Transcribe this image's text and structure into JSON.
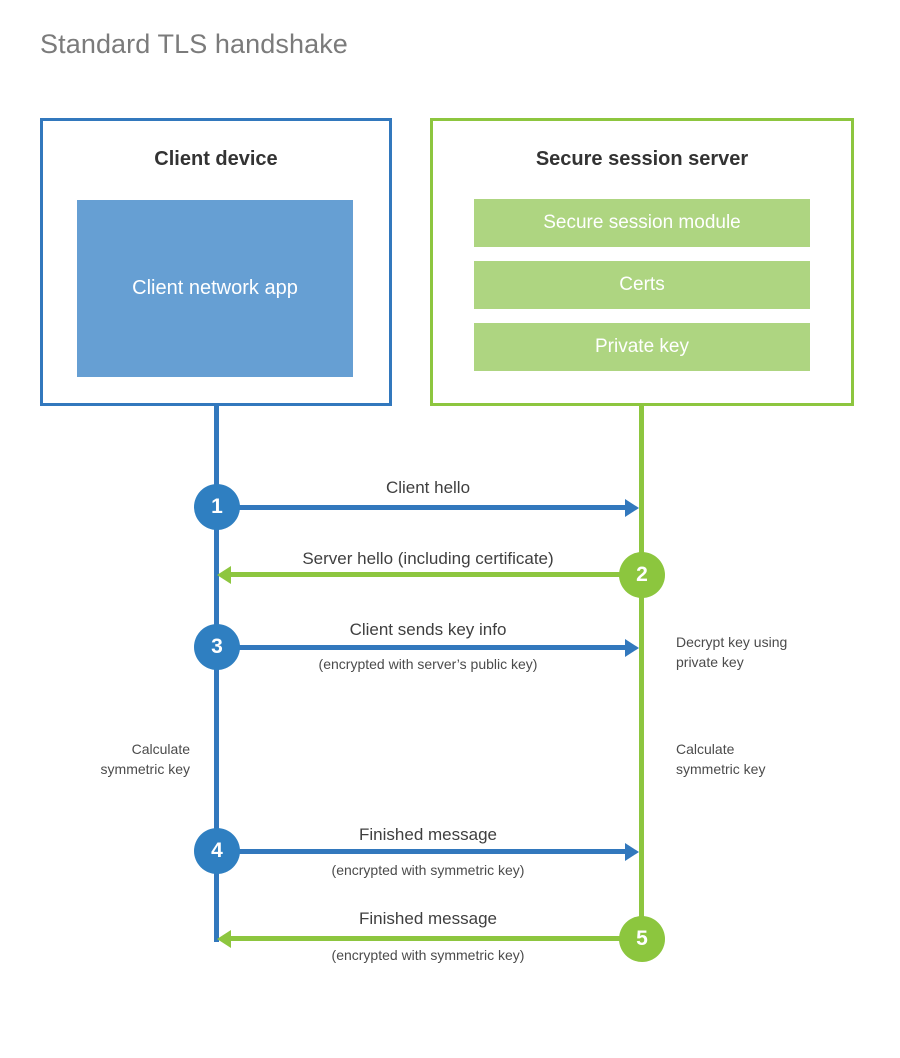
{
  "title": "Standard TLS handshake",
  "colors": {
    "client_accent": "#3278bd",
    "client_fill": "#669fd3",
    "server_accent": "#8dc63f",
    "server_fill": "#aed581",
    "step_blue": "#2f7fc1",
    "step_green": "#8cc63e",
    "title_text": "#7b7b7b",
    "body_text": "#3f3f3f",
    "background": "#ffffff"
  },
  "actors": {
    "client": {
      "title": "Client device",
      "component": "Client network app"
    },
    "server": {
      "title": "Secure session server",
      "components": [
        "Secure session module",
        "Certs",
        "Private key"
      ]
    }
  },
  "steps": [
    {
      "number": "1",
      "label": "Client hello",
      "sublabel": "",
      "direction": "client-to-server",
      "color": "blue"
    },
    {
      "number": "2",
      "label": "Server hello (including certificate)",
      "sublabel": "",
      "direction": "server-to-client",
      "color": "green"
    },
    {
      "number": "3",
      "label": "Client sends key info",
      "sublabel": "(encrypted with server’s public key)",
      "direction": "client-to-server",
      "color": "blue"
    },
    {
      "number": "4",
      "label": "Finished message",
      "sublabel": "(encrypted with symmetric key)",
      "direction": "client-to-server",
      "color": "blue"
    },
    {
      "number": "5",
      "label": "Finished message",
      "sublabel": "(encrypted with symmetric key)",
      "direction": "server-to-client",
      "color": "green"
    }
  ],
  "annotations": {
    "decrypt_key": "Decrypt key using\nprivate key",
    "decrypt_key_line1": "Decrypt key using",
    "decrypt_key_line2": "private key",
    "client_calculate_line1": "Calculate",
    "client_calculate_line2": "symmetric key",
    "server_calculate_line1": "Calculate",
    "server_calculate_line2": "symmetric key"
  }
}
